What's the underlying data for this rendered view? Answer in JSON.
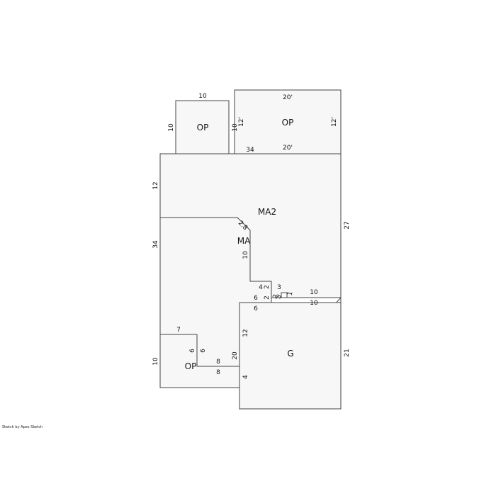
{
  "labels": {
    "op_top_left": "OP",
    "op_top_right": "OP",
    "ma2": "MA2",
    "ma": "MA",
    "garage": "G",
    "op_bottom": "OP"
  },
  "dims": {
    "op_tl_top": "10",
    "op_tl_left": "10",
    "op_tl_right": "10",
    "op_tr_top": "20'",
    "op_tr_bottom": "20'",
    "op_tr_left": "12'",
    "op_tr_right": "12'",
    "ma2_top": "34",
    "ma2_left": "12",
    "ma2_right": "27",
    "ma_left": "34",
    "diag": "2.8",
    "step_10": "10",
    "step_4": "4",
    "step_2a": "2",
    "step_3": "3",
    "step_1": "1",
    "step_2b": "2",
    "step_3b": "3",
    "step_6a": "6",
    "step_6b": "6",
    "step_2c": "2",
    "g_top_10a": "10",
    "g_top_10b": "10",
    "g_left_12": "12",
    "g_right_21": "21",
    "op_b_top_7": "7",
    "op_b_6a": "6",
    "op_b_6b": "6",
    "op_b_8a": "8",
    "op_b_8b": "8",
    "op_b_left_10": "10",
    "ma_20": "20",
    "g_4": "4"
  },
  "footer": {
    "credit": "Sketch by Apex Sketch"
  }
}
